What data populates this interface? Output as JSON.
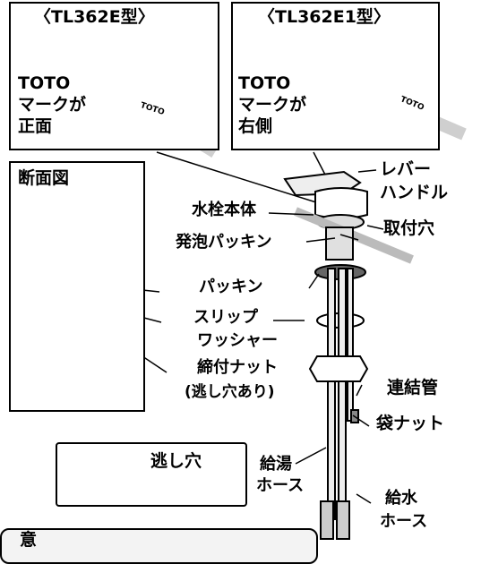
{
  "variant_left": {
    "title": "〈TL362E型〉",
    "mark_line1": "TOTO",
    "mark_line2": "マークが",
    "mark_line3": "正面"
  },
  "variant_right": {
    "title": "〈TL362E1型〉",
    "mark_line1": "TOTO",
    "mark_line2": "マークが",
    "mark_line3": "右側"
  },
  "section": {
    "title": "断面図"
  },
  "labels": {
    "lever_line1": "レバー",
    "lever_line2": "ハンドル",
    "faucet_body": "水栓本体",
    "mount_hole": "取付穴",
    "foam_packing": "発泡パッキン",
    "packing": "パッキン",
    "slip_washer_line1": "スリップ",
    "slip_washer_line2": "ワッシャー",
    "nut_line1": "締付ナット",
    "nut_line2": "(逃し穴あり)",
    "relief_hole": "逃し穴",
    "connecting_pipe": "連結管",
    "cap_nut": "袋ナット",
    "hot_hose_line1": "給湯",
    "hot_hose_line2": "ホース",
    "cold_hose_line1": "給水",
    "cold_hose_line2": "ホース",
    "caution_partial": "意"
  },
  "logo_text": "TOTO"
}
